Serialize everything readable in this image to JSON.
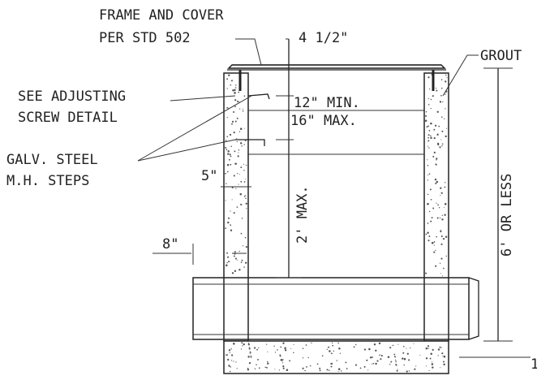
{
  "labels": {
    "frame_cover_line1": "FRAME AND COVER",
    "frame_cover_line2": "PER STD 502",
    "dim_top": "4 1/2\"",
    "grout": "GROUT",
    "adjust_line1": "SEE ADJUSTING",
    "adjust_line2": "SCREW DETAIL",
    "step_min": "12\" MIN.",
    "step_max": "16\" MAX.",
    "steps_line1": "GALV. STEEL",
    "steps_line2": "M.H. STEPS",
    "dim_wall": "5\"",
    "dim_vertical": "2' MAX.",
    "dim_pipe": "8\"",
    "dim_height": "6' OR LESS",
    "dim_base": "1"
  },
  "colors": {
    "line": "#222222",
    "background": "#ffffff",
    "concrete_dots": "#555555"
  }
}
